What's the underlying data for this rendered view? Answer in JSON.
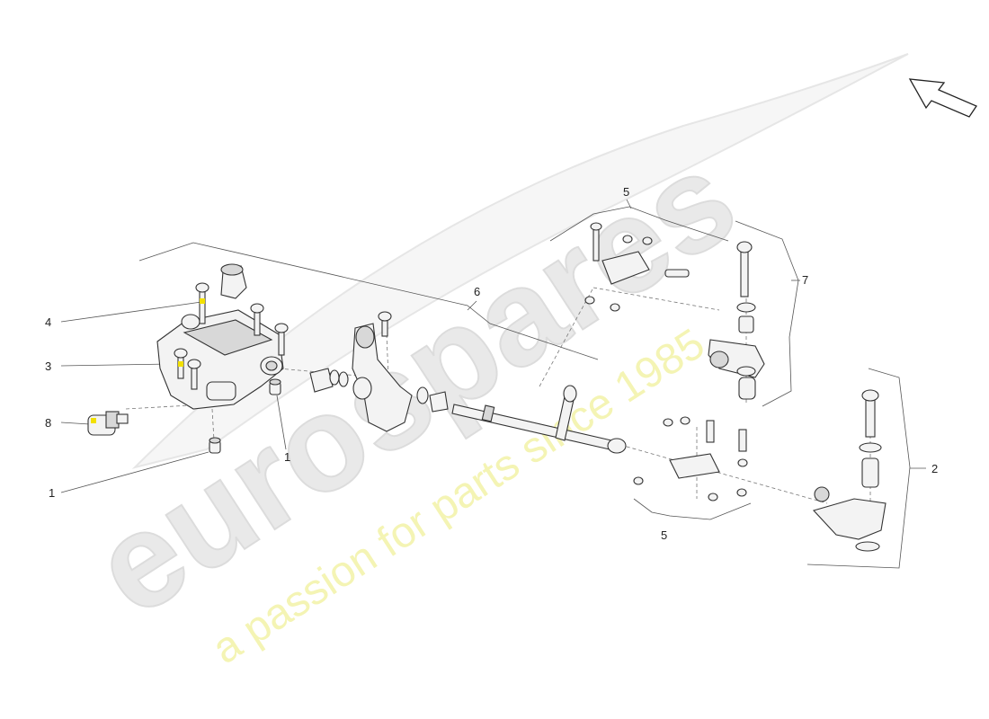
{
  "watermark": {
    "brand": "eurospares",
    "tagline": "a passion for parts since 1985"
  },
  "callouts": [
    {
      "id": "c1a",
      "label": "1"
    },
    {
      "id": "c1b",
      "label": "1"
    },
    {
      "id": "c2",
      "label": "2"
    },
    {
      "id": "c3",
      "label": "3"
    },
    {
      "id": "c4",
      "label": "4"
    },
    {
      "id": "c5a",
      "label": "5"
    },
    {
      "id": "c5b",
      "label": "5"
    },
    {
      "id": "c6",
      "label": "6"
    },
    {
      "id": "c7",
      "label": "7"
    },
    {
      "id": "c8",
      "label": "8"
    }
  ],
  "colors": {
    "line": "#555555",
    "watermark_main": "#e9e9e9",
    "watermark_tagline": "#f4f4b4",
    "highlight": "#f2e000"
  }
}
